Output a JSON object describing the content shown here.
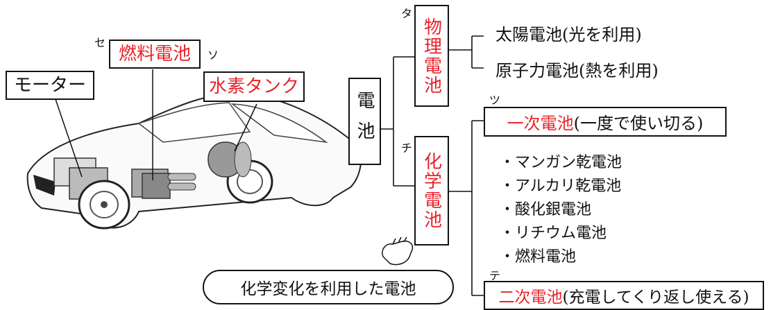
{
  "car": {
    "labels": {
      "motor": "モーター",
      "fuel_cell": "燃料電池",
      "hydrogen_tank": "水素タンク"
    },
    "markers": {
      "se": "セ",
      "so": "ソ"
    }
  },
  "tree": {
    "root": "電池",
    "physical": {
      "marker": "タ",
      "label": "物理電池",
      "items": [
        "太陽電池(光を利用)",
        "原子力電池(熱を利用)"
      ]
    },
    "chemical": {
      "marker": "チ",
      "label": "化学電池",
      "primary": {
        "marker": "ツ",
        "name": "一次電池",
        "desc": "(一度で使い切る)",
        "items": [
          "・マンガン乾電池",
          "・アルカリ乾電池",
          "・酸化銀電池",
          "・リチウム電池",
          "・燃料電池"
        ]
      },
      "secondary": {
        "marker": "テ",
        "name": "二次電池",
        "desc": "(充電してくり返し使える)"
      }
    },
    "note": "化学変化を利用した電池"
  },
  "colors": {
    "accent": "#e8232a",
    "line": "#111111"
  }
}
